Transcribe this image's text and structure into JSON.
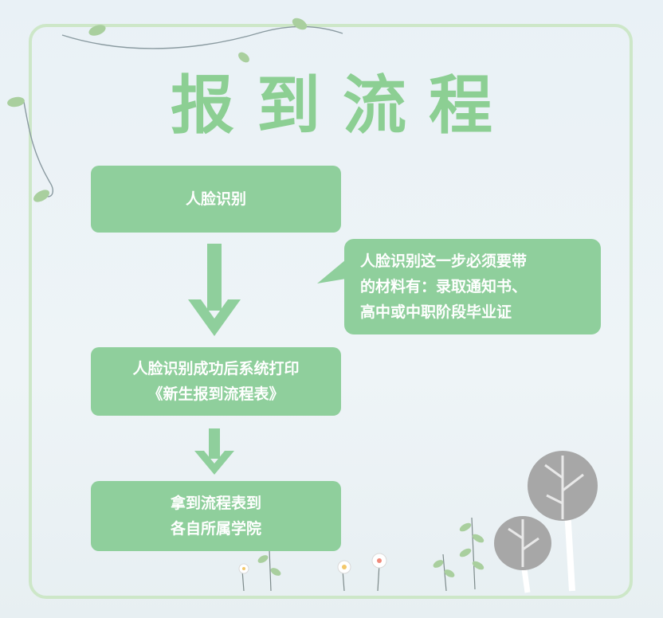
{
  "title": "报到流程",
  "steps": [
    {
      "lines": [
        "人脸识别"
      ]
    },
    {
      "lines": [
        "人脸识别成功后系统打印",
        "《新生报到流程表》"
      ]
    },
    {
      "lines": [
        "拿到流程表到",
        "各自所属学院"
      ]
    }
  ],
  "note": {
    "lines": [
      "人脸识别这一步必须要带",
      "的材料有：录取通知书、",
      "高中或中职阶段毕业证"
    ]
  },
  "colors": {
    "box_fill": "#8fcf9c",
    "title": "#8ccf93",
    "arrow": "#8fcf9c",
    "frame": "#cde7c8"
  }
}
